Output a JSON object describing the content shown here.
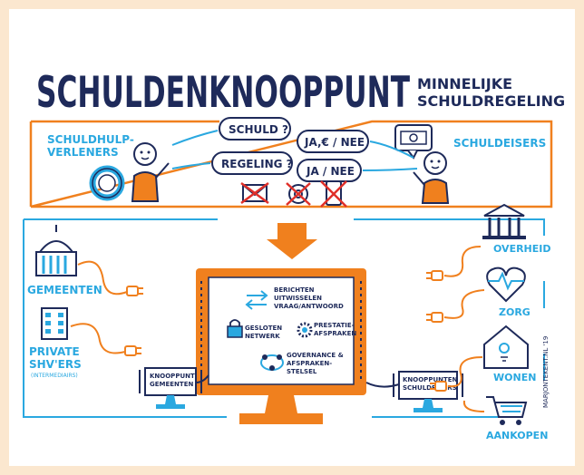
{
  "title": "SCHULDENKNOOPPUNT",
  "subtitle_line1": "MINNELIJKE",
  "subtitle_line2": "SCHULDREGELING",
  "top": {
    "left_label_1": "SCHULDHULP-",
    "left_label_2": "VERLENERS",
    "right_label": "SCHULDEISERS",
    "bubble_schuld": "SCHULD ?",
    "bubble_ja_euro": "JA,€ / NEE",
    "bubble_regeling": "REGELING ?",
    "bubble_ja_nee": "JA / NEE"
  },
  "left": {
    "gemeenten": "GEMEENTEN",
    "private_1": "PRIVATE",
    "private_2": "SHV'ERS",
    "private_small": "(INTERMEDIAIRS)"
  },
  "right": {
    "overheid": "OVERHEID",
    "zorg": "ZORG",
    "wonen": "WONEN",
    "aankopen": "AANKOPEN"
  },
  "screen": {
    "feature1_1": "BERICHTEN",
    "feature1_2": "UITWISSELEN",
    "feature1_3": "VRAAG/ANTWOORD",
    "feature2_1": "GESLOTEN",
    "feature2_2": "NETWERK",
    "feature3_1": "PRESTATIE-",
    "feature3_2": "AFSPRAKEN",
    "feature4_1": "GOVERNANCE &",
    "feature4_2": "AFSPRAKEN-",
    "feature4_3": "STELSEL"
  },
  "monitors": {
    "left_1": "KNOOPPUNT",
    "left_2": "GEMEENTEN",
    "right_1": "KNOOPPUNTEN",
    "right_2": "SCHULDEISERS"
  },
  "credit": "MARJONTEKENT.NL '19",
  "colors": {
    "navy": "#1e2a5a",
    "orange": "#f0801e",
    "blue": "#2aa8e0",
    "peach": "#fbe7cf"
  }
}
